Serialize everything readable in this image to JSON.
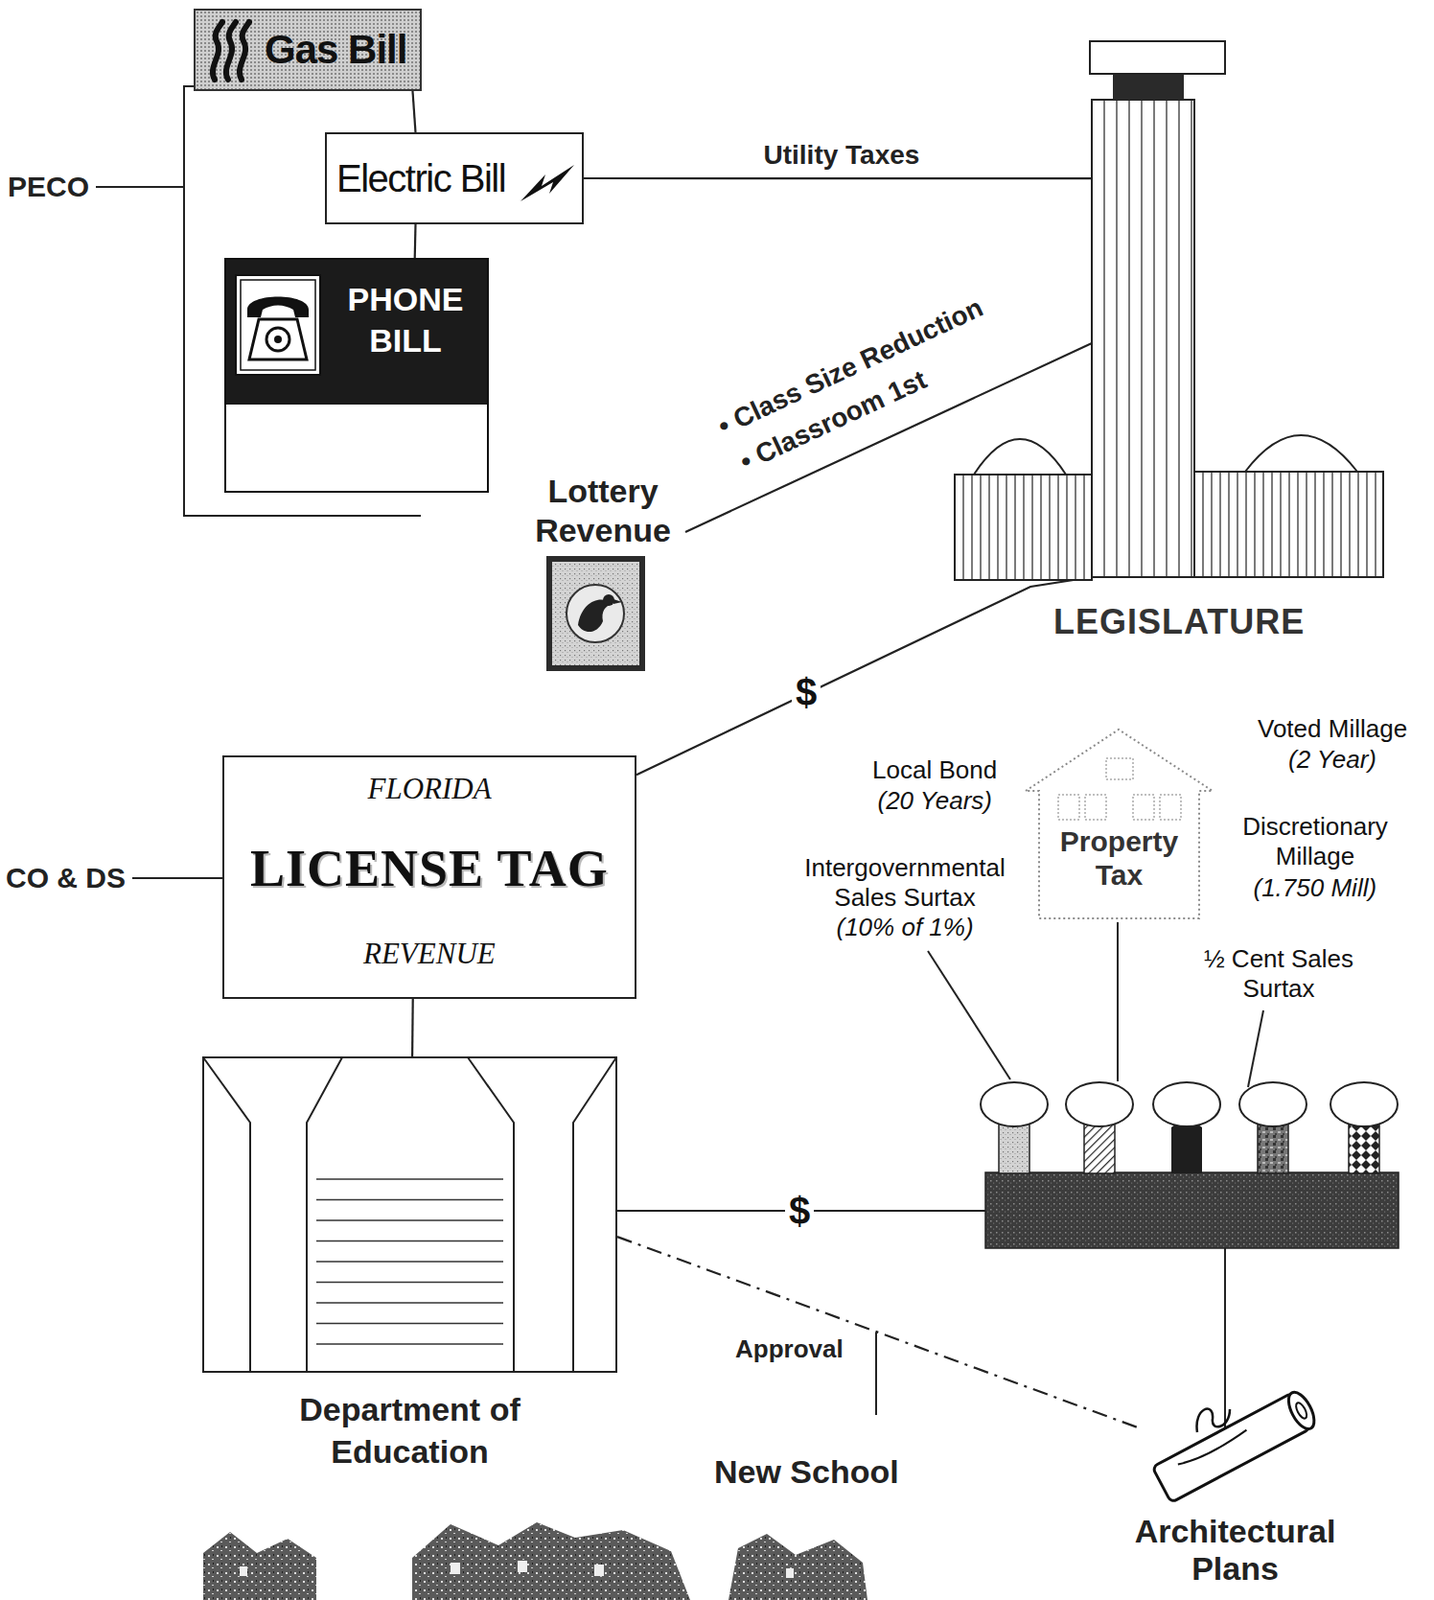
{
  "diagram": {
    "nodes": [
      {
        "text": [
          "Gas Bill"
        ]
      },
      {
        "text": [
          "Electric Bill"
        ]
      },
      {
        "text": [
          "PHONE BILL"
        ]
      },
      {
        "text": [
          "LEGISLATURE"
        ]
      },
      {
        "text": [
          "Lottery Revenue"
        ]
      },
      {
        "text": [
          "FLORIDA",
          "LICENSE TAG",
          "REVENUE"
        ]
      },
      {
        "text": [
          "Property Tax"
        ]
      },
      {
        "text": [
          "Department of Education"
        ]
      },
      {
        "text": [
          "Architectural Plans"
        ]
      }
    ],
    "edges": [
      {
        "from": 0,
        "to": 1,
        "arrow": "none"
      },
      {
        "from": 1,
        "to": 2,
        "arrow": "none"
      },
      {
        "from": 1,
        "to": 3,
        "label": "Utility Taxes",
        "arrow": "none"
      },
      {
        "from": 4,
        "to": 3,
        "arrow": "none"
      },
      {
        "from": 5,
        "to": 3,
        "label": "$",
        "arrow": "none"
      },
      {
        "from": 5,
        "to": 7,
        "arrow": "none"
      },
      {
        "from": 7,
        "to": 8,
        "arrow": "none"
      }
    ],
    "labels": [
      "PECO",
      "• Class Size Reduction",
      "• Classroom 1st",
      "CO & DS",
      "Local Bond",
      "(20 Years)",
      "Voted Millage",
      "(2 Year)",
      "Discretionary Millage",
      "(1.750 Mill)",
      "Intergovernmental Sales Surtax",
      "(10% of 1%)",
      "½ Cent Sales Surtax",
      "$",
      "Approval",
      "New School"
    ]
  }
}
